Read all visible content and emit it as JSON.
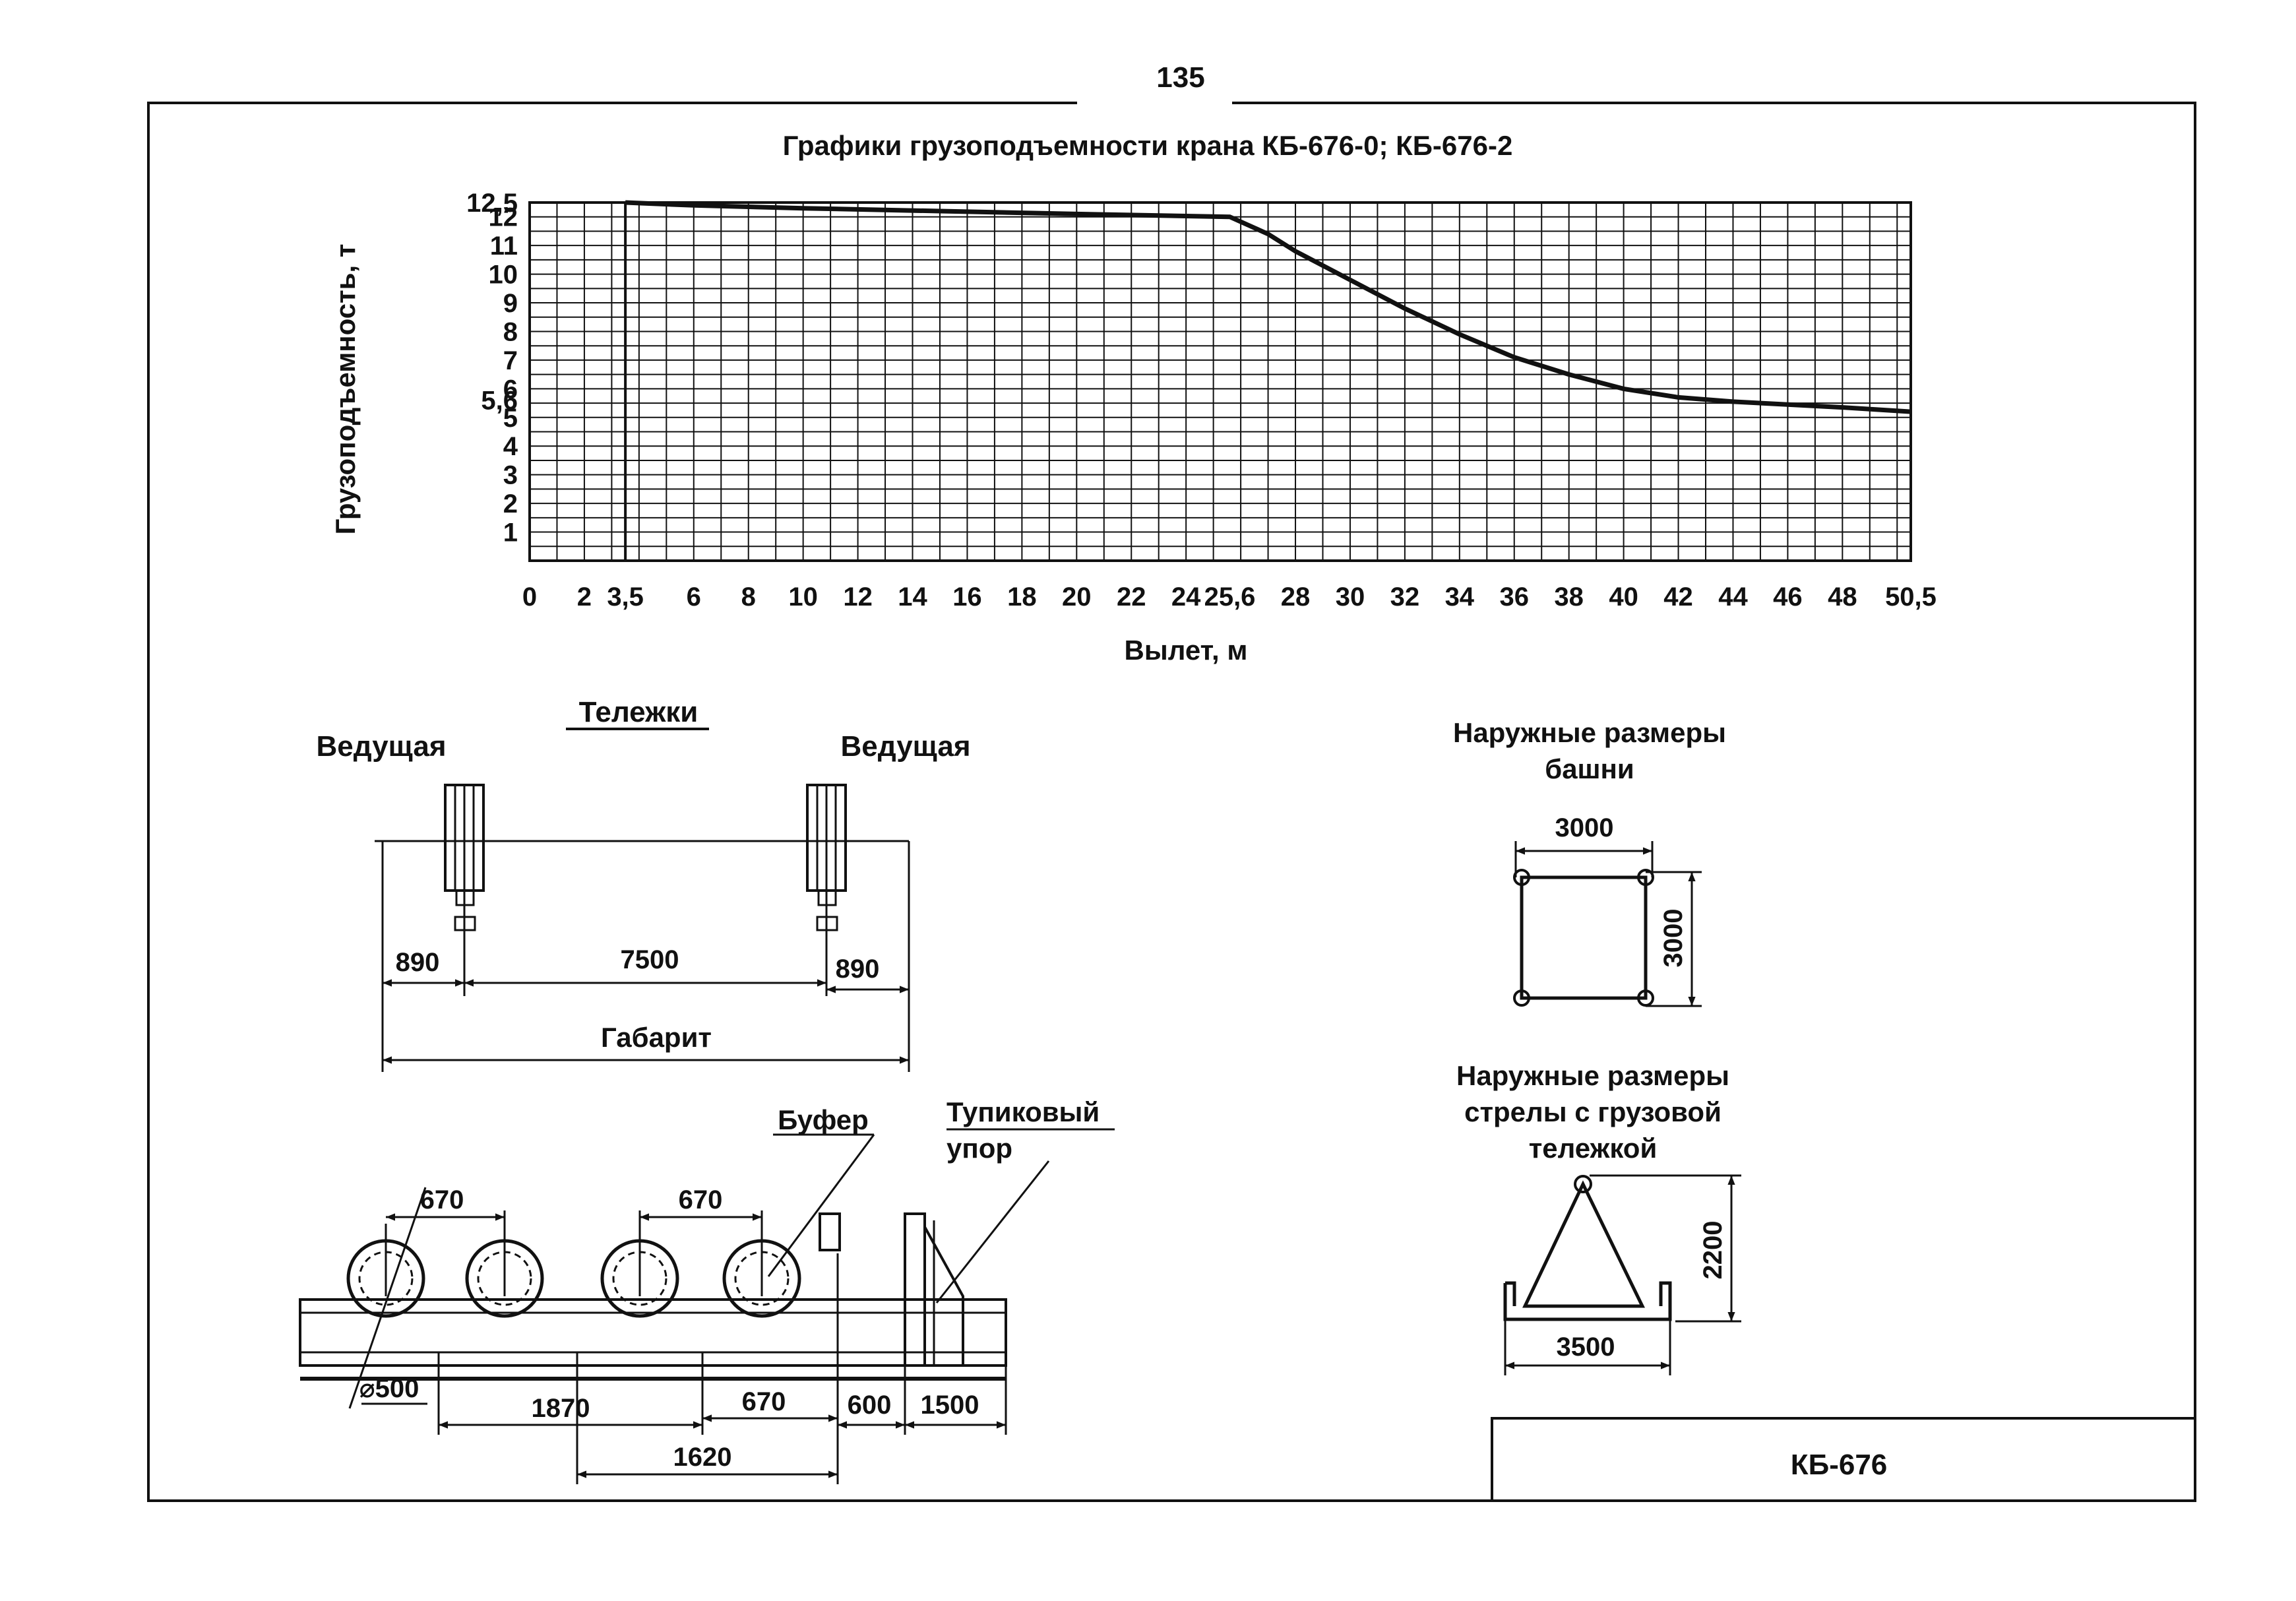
{
  "page_number": "135",
  "chart_data": {
    "type": "line",
    "title": "Графики грузоподъемности крана КБ-676-0; КБ-676-2",
    "xlabel": "Вылет, м",
    "ylabel": "Грузоподъемность, т",
    "x_ticks": [
      "0",
      "2",
      "3,5",
      "6",
      "8",
      "10",
      "12",
      "14",
      "16",
      "18",
      "20",
      "22",
      "24",
      "25,6",
      "28",
      "30",
      "32",
      "34",
      "36",
      "38",
      "40",
      "42",
      "44",
      "46",
      "48",
      "50,5"
    ],
    "y_ticks": [
      "1",
      "2",
      "3",
      "4",
      "5",
      "5,6",
      "6",
      "7",
      "8",
      "9",
      "10",
      "11",
      "12",
      "12,5"
    ],
    "xlim": [
      0,
      50.5
    ],
    "ylim": [
      0,
      12.5
    ],
    "grid": true,
    "series": [
      {
        "x": [
          3.5,
          6,
          10,
          15,
          20,
          25.6,
          27,
          28,
          30,
          32,
          34,
          36,
          38,
          40,
          42,
          44,
          46,
          48,
          50.5
        ],
        "y": [
          12.5,
          12.4,
          12.3,
          12.2,
          12.1,
          12.0,
          11.4,
          10.8,
          9.8,
          8.8,
          7.9,
          7.1,
          6.5,
          6.0,
          5.7,
          5.55,
          5.45,
          5.35,
          5.2
        ]
      }
    ]
  },
  "trolleys": {
    "title": "Тележки",
    "left_label": "Ведущая",
    "right_label": "Ведущая",
    "dim_left": "890",
    "dim_middle": "7500",
    "dim_right": "890",
    "dim_overall": "Габарит"
  },
  "rail_section": {
    "buffer_label": "Буфер",
    "stop_label_1": "Тупиковый",
    "stop_label_2": "упор",
    "dim_wheel_spacing_1": "670",
    "dim_wheel_spacing_2": "670",
    "dim_diameter": "⌀500",
    "dim_1870": "1870",
    "dim_670_bottom": "670",
    "dim_600": "600",
    "dim_1500": "1500",
    "dim_1620": "1620"
  },
  "tower": {
    "title_1": "Наружные размеры",
    "title_2": "башни",
    "dim_width": "3000",
    "dim_height": "3000"
  },
  "jib": {
    "title_1": "Наружные размеры",
    "title_2": "стрелы с грузовой",
    "title_3": "тележкой",
    "dim_height": "2200",
    "dim_width": "3500"
  },
  "stamp": {
    "label": "КБ-676"
  }
}
